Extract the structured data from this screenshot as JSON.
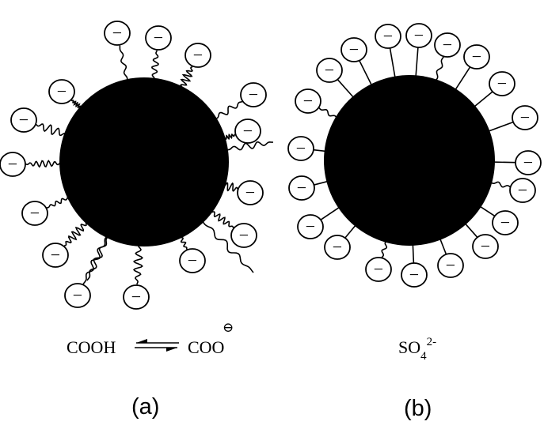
{
  "panels": [
    {
      "id": "a",
      "label": "(a)",
      "charge_symbol": "−",
      "formula": {
        "left": "COOH",
        "right": "COO",
        "charge": "⊖"
      }
    },
    {
      "id": "b",
      "label": "(b)",
      "charge_symbol": "−",
      "formula": {
        "base": "SO",
        "subscript": "4",
        "superscript": "2-"
      }
    }
  ]
}
